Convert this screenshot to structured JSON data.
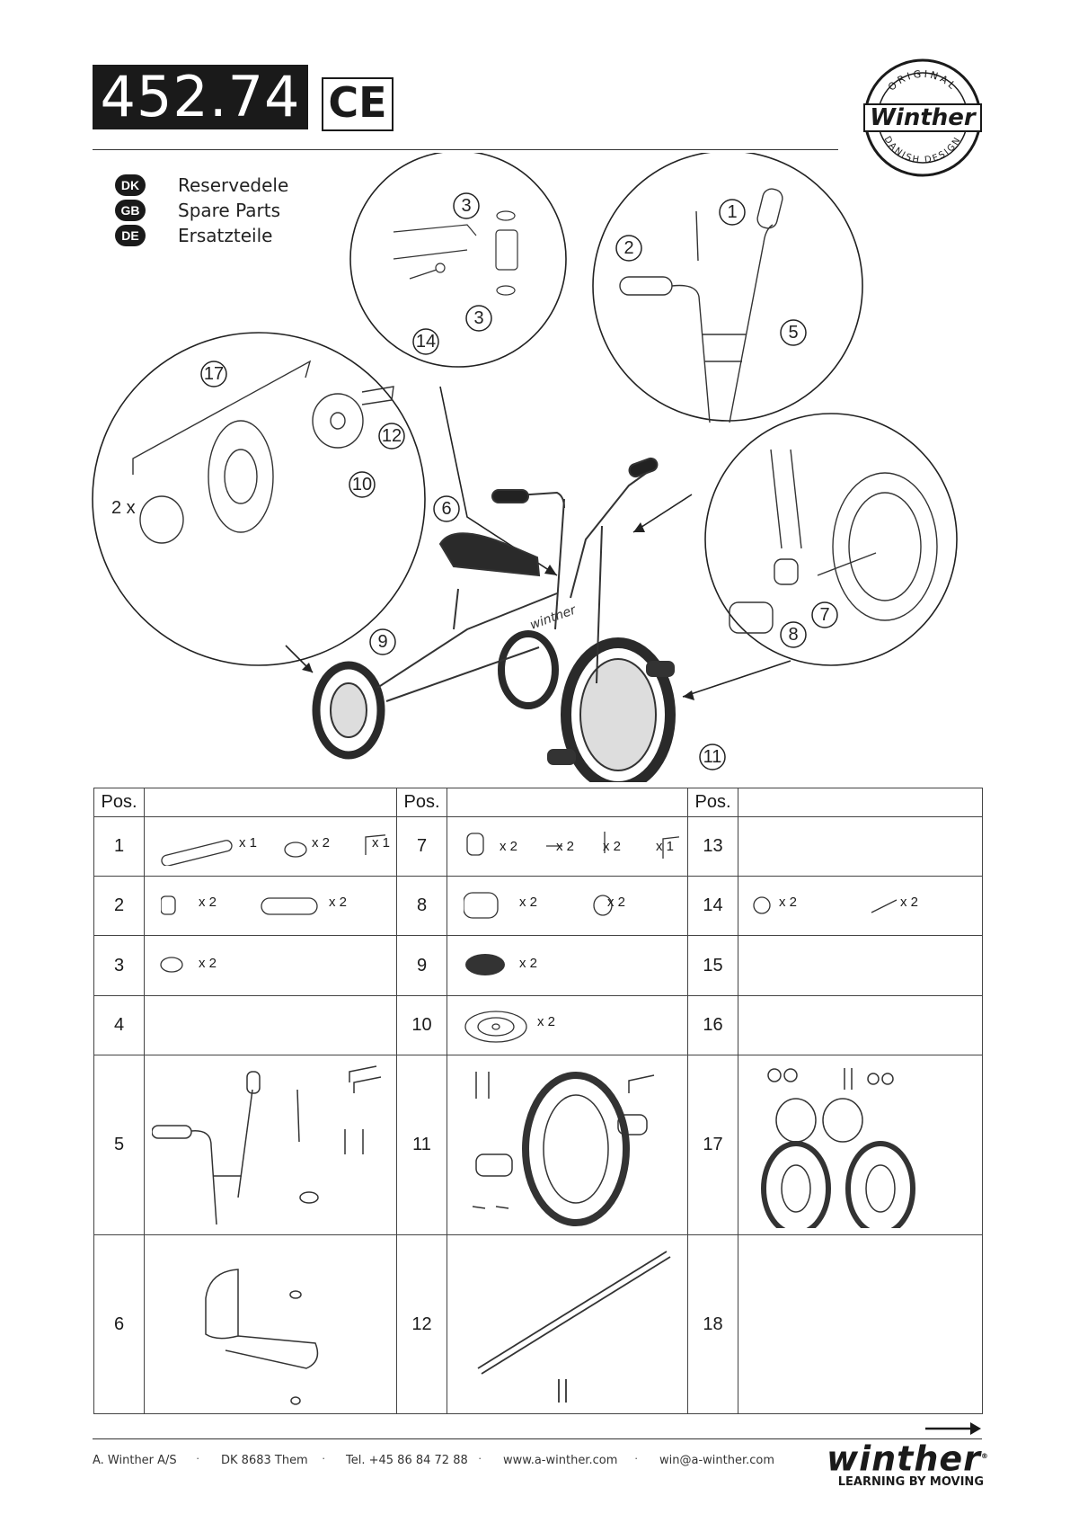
{
  "header": {
    "model_number": "452.74",
    "ce_mark": "CE",
    "logo": {
      "top_text": "ORIGINAL",
      "name": "Winther",
      "bottom_text": "DANISH DESIGN"
    }
  },
  "languages": [
    {
      "code": "DK",
      "label": "Reservedele"
    },
    {
      "code": "GB",
      "label": "Spare Parts"
    },
    {
      "code": "DE",
      "label": "Ersatzteile"
    }
  ],
  "diagram": {
    "callouts": [
      "1",
      "2",
      "3",
      "3",
      "5",
      "6",
      "7",
      "8",
      "9",
      "10",
      "11",
      "12",
      "14",
      "17"
    ],
    "multiplier": "2 x",
    "frame_text": "winther"
  },
  "table": {
    "header": "Pos.",
    "rows": [
      {
        "cells": [
          {
            "pos": "1",
            "qty": [
              "x 1",
              "x 2",
              "x 1"
            ]
          },
          {
            "pos": "7",
            "qty": [
              "x 2",
              "x 2",
              "x 2",
              "x 1"
            ]
          },
          {
            "pos": "13",
            "qty": []
          }
        ]
      },
      {
        "cells": [
          {
            "pos": "2",
            "qty": [
              "x 2",
              "x 2"
            ]
          },
          {
            "pos": "8",
            "qty": [
              "x 2",
              "x 2"
            ]
          },
          {
            "pos": "14",
            "qty": [
              "x 2",
              "x 2"
            ]
          }
        ]
      },
      {
        "cells": [
          {
            "pos": "3",
            "qty": [
              "x 2"
            ]
          },
          {
            "pos": "9",
            "qty": [
              "x 2"
            ]
          },
          {
            "pos": "15",
            "qty": []
          }
        ]
      },
      {
        "cells": [
          {
            "pos": "4",
            "qty": []
          },
          {
            "pos": "10",
            "qty": [
              "x 2"
            ]
          },
          {
            "pos": "16",
            "qty": []
          }
        ]
      },
      {
        "cells": [
          {
            "pos": "5",
            "qty": []
          },
          {
            "pos": "11",
            "qty": []
          },
          {
            "pos": "17",
            "qty": []
          }
        ]
      },
      {
        "cells": [
          {
            "pos": "6",
            "qty": []
          },
          {
            "pos": "12",
            "qty": []
          },
          {
            "pos": "18",
            "qty": []
          }
        ]
      }
    ]
  },
  "footer": {
    "company": "A. Winther A/S",
    "address": "DK 8683 Them",
    "phone": "Tel. +45 86 84 72 88",
    "web": "www.a-winther.com",
    "email": "win@a-winther.com",
    "separator": "·",
    "brand": "winther",
    "brand_mark": "®",
    "tagline": "LEARNING BY MOVING"
  }
}
